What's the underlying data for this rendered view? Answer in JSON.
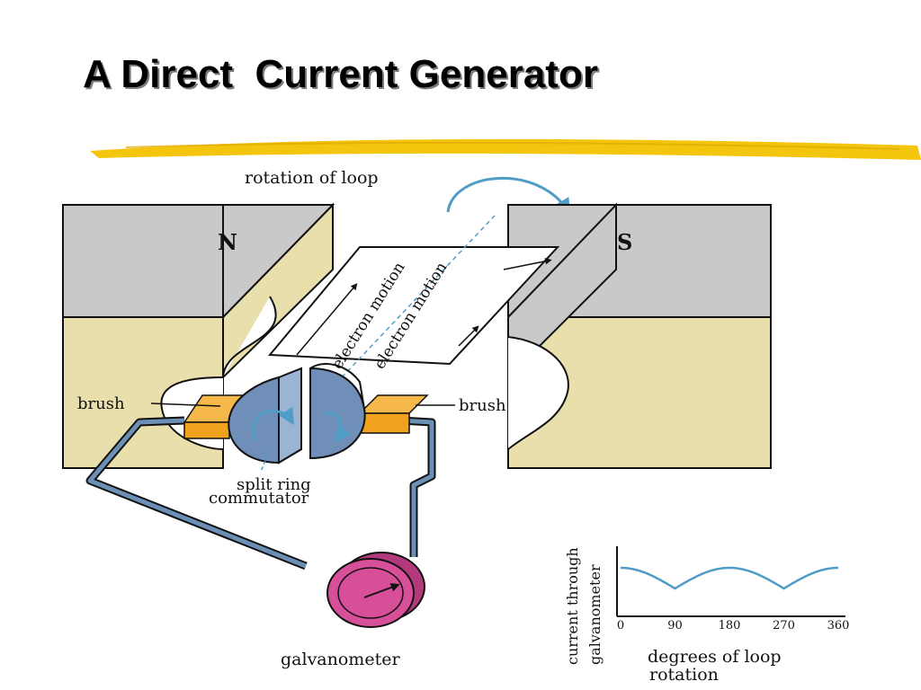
{
  "slide": {
    "title": "A Direct  Current Generator"
  },
  "diagram": {
    "north_pole": "N",
    "south_pole": "S",
    "rotation_label": "rotation of loop",
    "electron_motion_1": "electron motion",
    "electron_motion_2": "electron motion",
    "brush_left": "brush",
    "brush_right": "brush",
    "commutator_line1": "split ring",
    "commutator_line2": "commutator",
    "meter_label": "galvanometer"
  },
  "graph": {
    "ylabel_line1": "current through",
    "ylabel_line2": "galvanometer",
    "xlabel_line1": "degrees of loop",
    "xlabel_line2": "rotation",
    "ticks": [
      "0",
      "90",
      "180",
      "270",
      "360"
    ]
  },
  "chart_data": {
    "type": "line",
    "title": "",
    "xlabel": "degrees of loop rotation",
    "ylabel": "current through galvanometer",
    "x": [
      0,
      45,
      90,
      135,
      180,
      225,
      270,
      315,
      360
    ],
    "series": [
      {
        "values": [
          1.0,
          0.71,
          0.0,
          0.71,
          1.0,
          0.71,
          0.0,
          0.71,
          1.0
        ]
      }
    ],
    "xlim": [
      0,
      360
    ],
    "ylim": [
      0,
      1
    ]
  },
  "colors": {
    "magnet_top": "#c9c9c9",
    "magnet_bottom": "#e8dfac",
    "brush": "#f0a21e",
    "commutator": "#6f8fb8",
    "wire": "#6b8fb5",
    "galvanometer": "#d64f98",
    "accent_blue": "#4f9dc6",
    "underline": "#f2c200"
  }
}
